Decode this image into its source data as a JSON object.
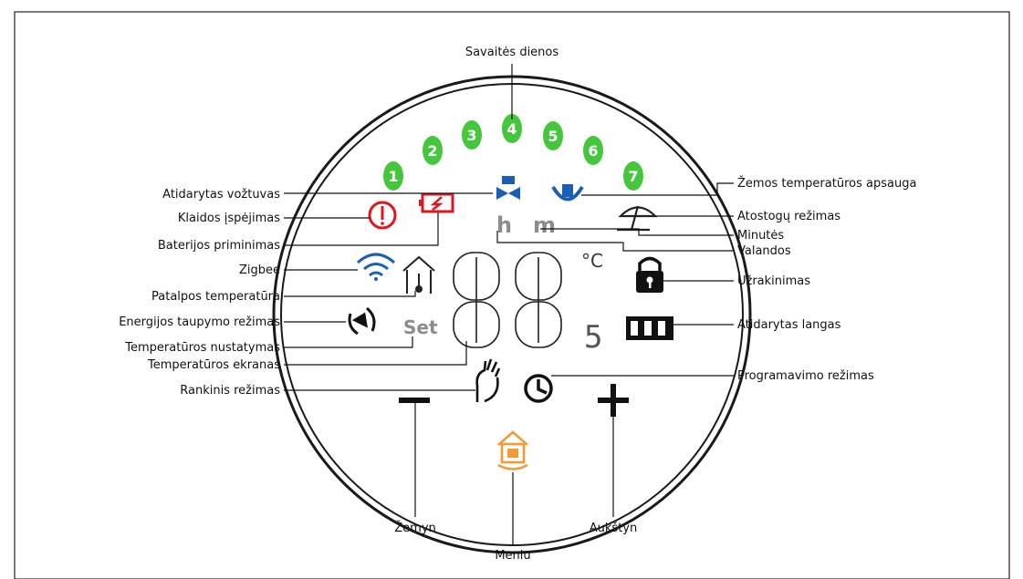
{
  "labels": {
    "weekdays": "Savaitės dienos",
    "valve_open": "Atidarytas vožtuvas",
    "error": "Klaidos įspėjimas",
    "battery": "Baterijos priminimas",
    "zigbee": "Zigbee",
    "room_temp": "Patalpos temperatūra",
    "energy_saving": "Energijos taupymo režimas",
    "temp_setting": "Temperatūros nustatymas",
    "temp_screen": "Temperatūros ekranas",
    "manual": "Rankinis režimas",
    "frost": "Žemos temperatūros apsauga",
    "holiday": "Atostogų režimas",
    "minutes": "Minutės",
    "hours": "Valandos",
    "lock": "Užrakinimas",
    "window_open": "Atidarytas langas",
    "program": "Programavimo režimas",
    "down": "Žemyn",
    "up": "Aukštyn",
    "menu": "Meniu"
  },
  "days": [
    "1",
    "2",
    "3",
    "4",
    "5",
    "6",
    "7"
  ],
  "display": {
    "set_text": "Set",
    "hour_glyph": "h",
    "minute_glyph": "m",
    "degree": "°C",
    "digit_small": "5",
    "minus": "−",
    "plus": "+"
  },
  "colors": {
    "day_green": "#44c73a",
    "valve_blue": "#1b5fb5",
    "error_red": "#e0161f",
    "menu_orange": "#f29a36",
    "gray_glyph": "#8c8c8c"
  }
}
